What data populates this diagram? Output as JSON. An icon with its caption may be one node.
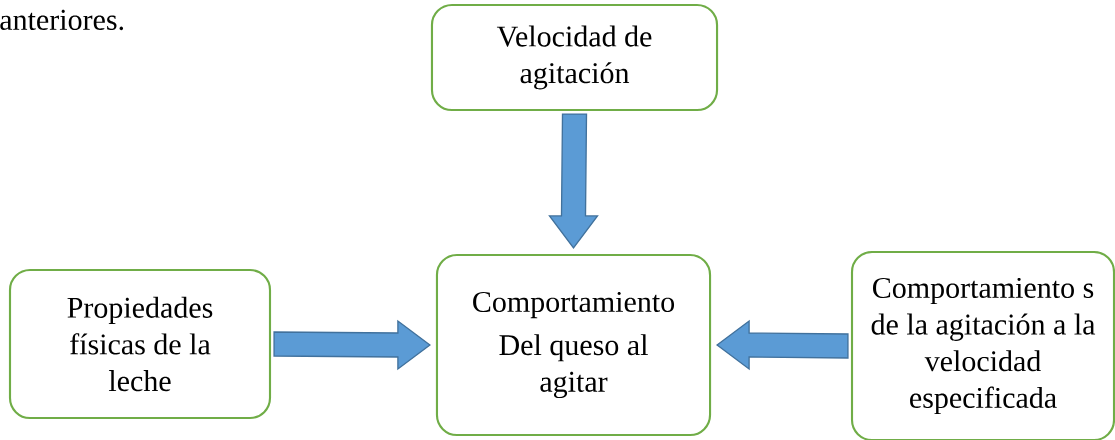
{
  "diagram": {
    "nodes": [
      {
        "text": [
          "Velocidad de agitación"
        ]
      },
      {
        "text": [
          "Propiedades físicas de la leche"
        ]
      },
      {
        "text": [
          "Comportamiento",
          "Del queso al agitar"
        ]
      },
      {
        "text": [
          "Comportamiento s de la agitación a la velocidad especificada"
        ]
      }
    ],
    "edges": [
      {
        "from": 0,
        "to": 2,
        "arrow": "to"
      },
      {
        "from": 1,
        "to": 2,
        "arrow": "to"
      },
      {
        "from": 3,
        "to": 2,
        "arrow": "to"
      }
    ],
    "labels": [
      "anteriores."
    ]
  }
}
